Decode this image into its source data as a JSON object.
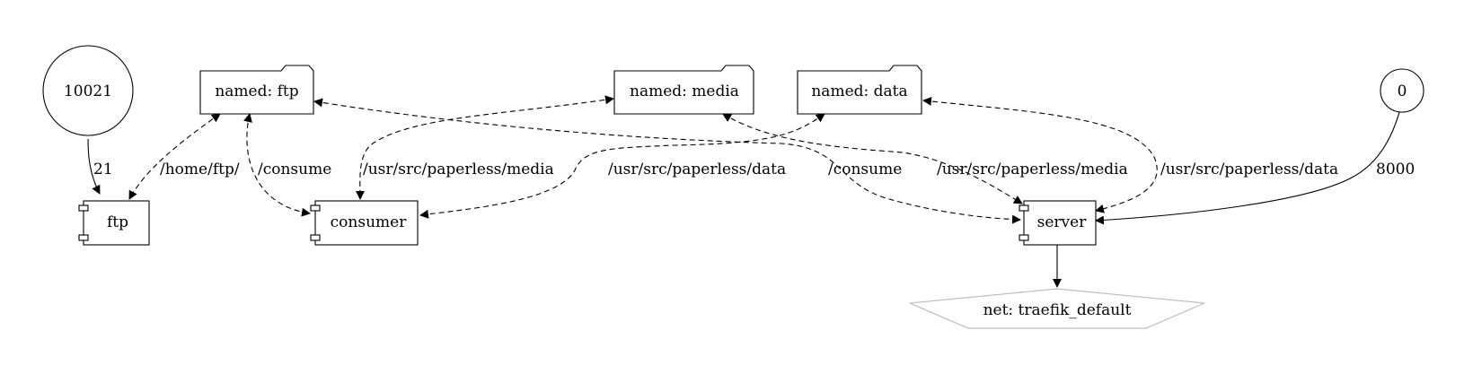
{
  "nodes": {
    "port_10021": "10021",
    "port_0": "0",
    "vol_ftp": "named: ftp",
    "vol_media": "named: media",
    "vol_data": "named: data",
    "svc_ftp": "ftp",
    "svc_consumer": "consumer",
    "svc_server": "server",
    "net_traefik": "net: traefik_default"
  },
  "edges": {
    "port_21": "21",
    "port_8000": "8000",
    "ftp_home": "/home/ftp/",
    "consumer_consume": "/consume",
    "consumer_media": "/usr/src/paperless/media",
    "consumer_data": "/usr/src/paperless/data",
    "server_consume": "/consume",
    "server_media": "/usr/src/paperless/media",
    "server_data": "/usr/src/paperless/data"
  }
}
